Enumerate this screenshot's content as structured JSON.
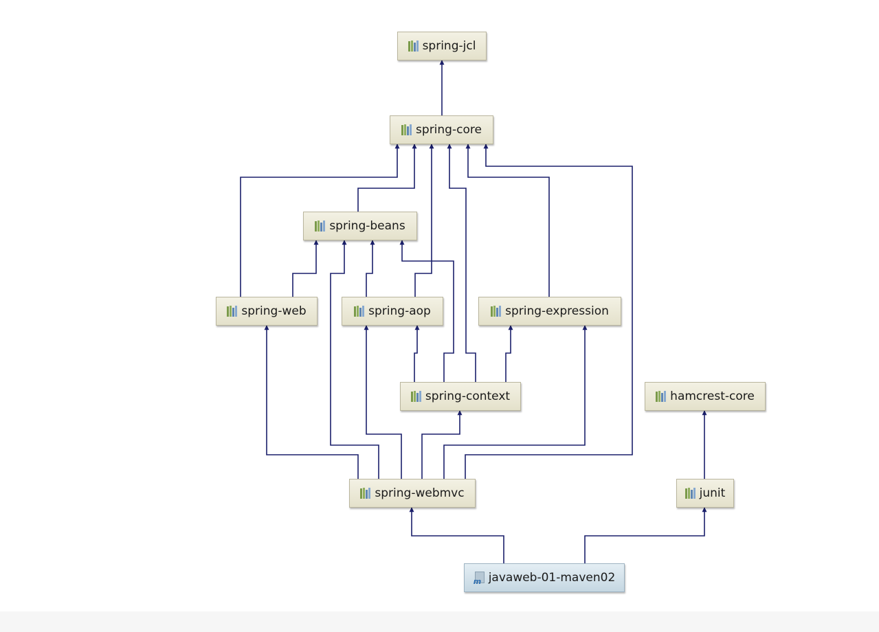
{
  "diagram": {
    "nodes": [
      {
        "id": "spring-jcl",
        "label": "spring-jcl",
        "kind": "library"
      },
      {
        "id": "spring-core",
        "label": "spring-core",
        "kind": "library"
      },
      {
        "id": "spring-beans",
        "label": "spring-beans",
        "kind": "library"
      },
      {
        "id": "spring-web",
        "label": "spring-web",
        "kind": "library"
      },
      {
        "id": "spring-aop",
        "label": "spring-aop",
        "kind": "library"
      },
      {
        "id": "spring-expression",
        "label": "spring-expression",
        "kind": "library"
      },
      {
        "id": "spring-context",
        "label": "spring-context",
        "kind": "library"
      },
      {
        "id": "hamcrest-core",
        "label": "hamcrest-core",
        "kind": "library"
      },
      {
        "id": "spring-webmvc",
        "label": "spring-webmvc",
        "kind": "library"
      },
      {
        "id": "junit",
        "label": "junit",
        "kind": "library"
      },
      {
        "id": "javaweb-01-maven02",
        "label": "javaweb-01-maven02",
        "kind": "module"
      }
    ],
    "edges": [
      {
        "from": "spring-core",
        "to": "spring-jcl"
      },
      {
        "from": "spring-web",
        "to": "spring-core"
      },
      {
        "from": "spring-beans",
        "to": "spring-core"
      },
      {
        "from": "spring-aop",
        "to": "spring-core"
      },
      {
        "from": "spring-context",
        "to": "spring-core"
      },
      {
        "from": "spring-expression",
        "to": "spring-core"
      },
      {
        "from": "spring-webmvc",
        "to": "spring-core"
      },
      {
        "from": "spring-web",
        "to": "spring-beans"
      },
      {
        "from": "spring-webmvc",
        "to": "spring-beans"
      },
      {
        "from": "spring-aop",
        "to": "spring-beans"
      },
      {
        "from": "spring-context",
        "to": "spring-beans"
      },
      {
        "from": "spring-webmvc",
        "to": "spring-web"
      },
      {
        "from": "spring-webmvc",
        "to": "spring-aop"
      },
      {
        "from": "spring-context",
        "to": "spring-aop"
      },
      {
        "from": "spring-context",
        "to": "spring-expression"
      },
      {
        "from": "spring-webmvc",
        "to": "spring-expression"
      },
      {
        "from": "spring-webmvc",
        "to": "spring-context"
      },
      {
        "from": "junit",
        "to": "hamcrest-core"
      },
      {
        "from": "javaweb-01-maven02",
        "to": "spring-webmvc"
      },
      {
        "from": "javaweb-01-maven02",
        "to": "junit"
      }
    ]
  },
  "colors": {
    "edge": "#1a1f6b",
    "library_node": "#e9e6d2",
    "module_node": "#d3e2eb"
  },
  "icons": {
    "library": "library-jar-icon",
    "module": "maven-module-icon"
  }
}
